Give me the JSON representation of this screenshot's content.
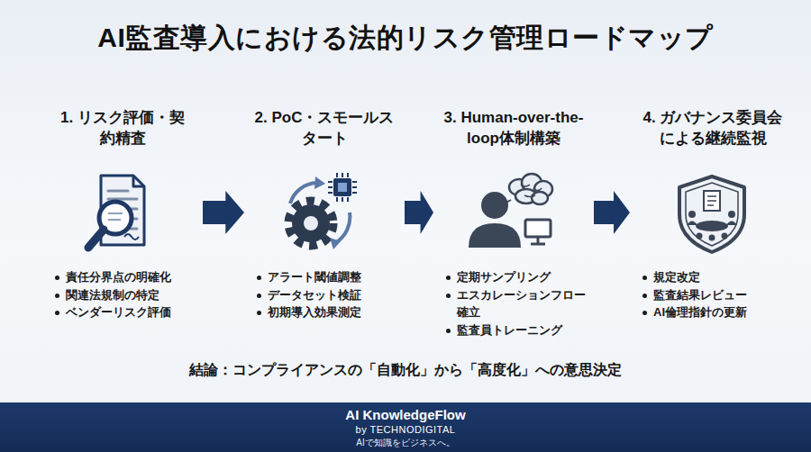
{
  "diagram": {
    "title": "AI監査導入における法的リスク管理ロードマップ",
    "nodes": [
      {
        "text": [
          "1. リスク評価・契約精査",
          "責任分界点の明確化",
          "関連法規制の特定",
          "ベンダーリスク評価"
        ]
      },
      {
        "text": [
          "2. PoC・スモールスタート",
          "アラート閾値調整",
          "データセット検証",
          "初期導入効果測定"
        ]
      },
      {
        "text": [
          "3. Human-over-the-loop体制構築",
          "定期サンプリング",
          "エスカレーションフロー確立",
          "監査員トレーニング"
        ]
      },
      {
        "text": [
          "4. ガバナンス委員会による継続監視",
          "規定改定",
          "監査結果レビュー",
          "AI倫理指針の更新"
        ]
      },
      {
        "text": [
          "AI KnowledgeFlow",
          "by TECHNODIGITAL",
          "AIで知識をビジネスへ。"
        ]
      }
    ],
    "edges": [
      {
        "from": 0,
        "to": 1,
        "arrow": "to"
      },
      {
        "from": 1,
        "to": 2,
        "arrow": "to"
      },
      {
        "from": 2,
        "to": 3,
        "arrow": "to"
      }
    ],
    "labels": [
      "結論：コンプライアンスの「自動化」から「高度化」への意思決定"
    ]
  }
}
